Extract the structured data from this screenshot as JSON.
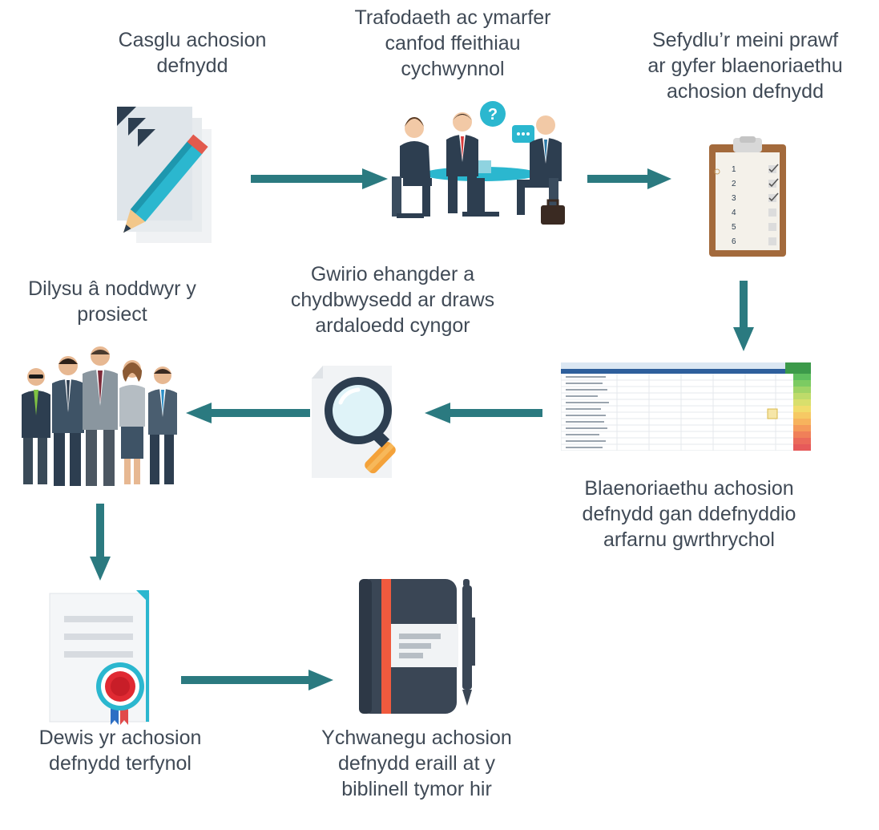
{
  "colors": {
    "arrow": "#2b7a80",
    "text": "#404a56"
  },
  "steps": {
    "s1": {
      "label": "Casglu achosion\ndefnydd",
      "icon": "documents-pencil-icon"
    },
    "s2": {
      "label": "Trafodaeth ac ymarfer\ncanfod ffeithiau\ncychwynnol",
      "icon": "business-meeting-icon"
    },
    "s3": {
      "label": "Sefydlu’r meini prawf\nar gyfer blaenoriaethu\nachosion defnydd",
      "icon": "clipboard-checklist-icon"
    },
    "s4": {
      "label": "Blaenoriaethu achosion\ndefnydd gan ddefnyddio\narfarnu gwrthrychol",
      "icon": "prioritisation-spreadsheet-icon"
    },
    "s5": {
      "label": "Gwirio ehangder a\nchydbwysedd ar draws\nardaloedd cyngor",
      "icon": "magnifier-document-icon"
    },
    "s6": {
      "label": "Dilysu â noddwyr y\nprosiect",
      "icon": "business-group-icon"
    },
    "s7": {
      "label": "Dewis yr achosion\ndefnydd terfynol",
      "icon": "certificate-icon"
    },
    "s8": {
      "label": "Ychwanegu achosion\ndefnydd eraill at y\nbiblinell tymor hir",
      "icon": "notebook-pen-icon"
    }
  },
  "checklist": {
    "items": [
      "1",
      "2",
      "3",
      "4",
      "5",
      "6"
    ],
    "checked": [
      true,
      true,
      true,
      false,
      false,
      false
    ]
  }
}
